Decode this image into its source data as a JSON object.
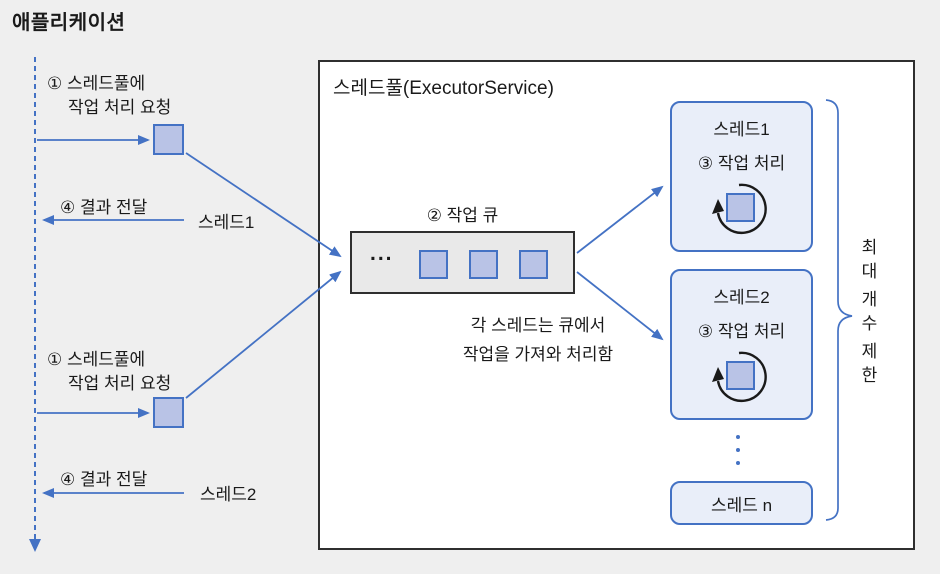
{
  "application": {
    "title": "애플리케이션"
  },
  "interactions": {
    "request1": {
      "line1": "① 스레드풀에",
      "line2": "작업 처리 요청"
    },
    "result1": {
      "label": "④ 결과 전달",
      "source": "스레드1"
    },
    "request2": {
      "line1": "① 스레드풀에",
      "line2": "작업 처리 요청"
    },
    "result2": {
      "label": "④ 결과 전달",
      "source": "스레드2"
    }
  },
  "pool": {
    "title": "스레드풀(ExecutorService)",
    "queue": {
      "label": "② 작업 큐",
      "ellipsis": "..."
    },
    "queue_note": {
      "line1": "각 스레드는 큐에서",
      "line2": "작업을 가져와 처리함"
    },
    "threads": [
      {
        "name": "스레드1",
        "step": "③ 작업 처리"
      },
      {
        "name": "스레드2",
        "step": "③ 작업 처리"
      }
    ],
    "last_thread": {
      "name": "스레드 n"
    },
    "limit": {
      "word1": "최대",
      "word2": "개수",
      "word3": "제한"
    }
  },
  "colors": {
    "accent_blue": "#4472c4",
    "square_fill": "#b9c3e6",
    "pool_background": "#ffffff",
    "queue_background": "#e9e9e9",
    "thread_background": "#e9eef9",
    "page_background": "#efefef"
  }
}
